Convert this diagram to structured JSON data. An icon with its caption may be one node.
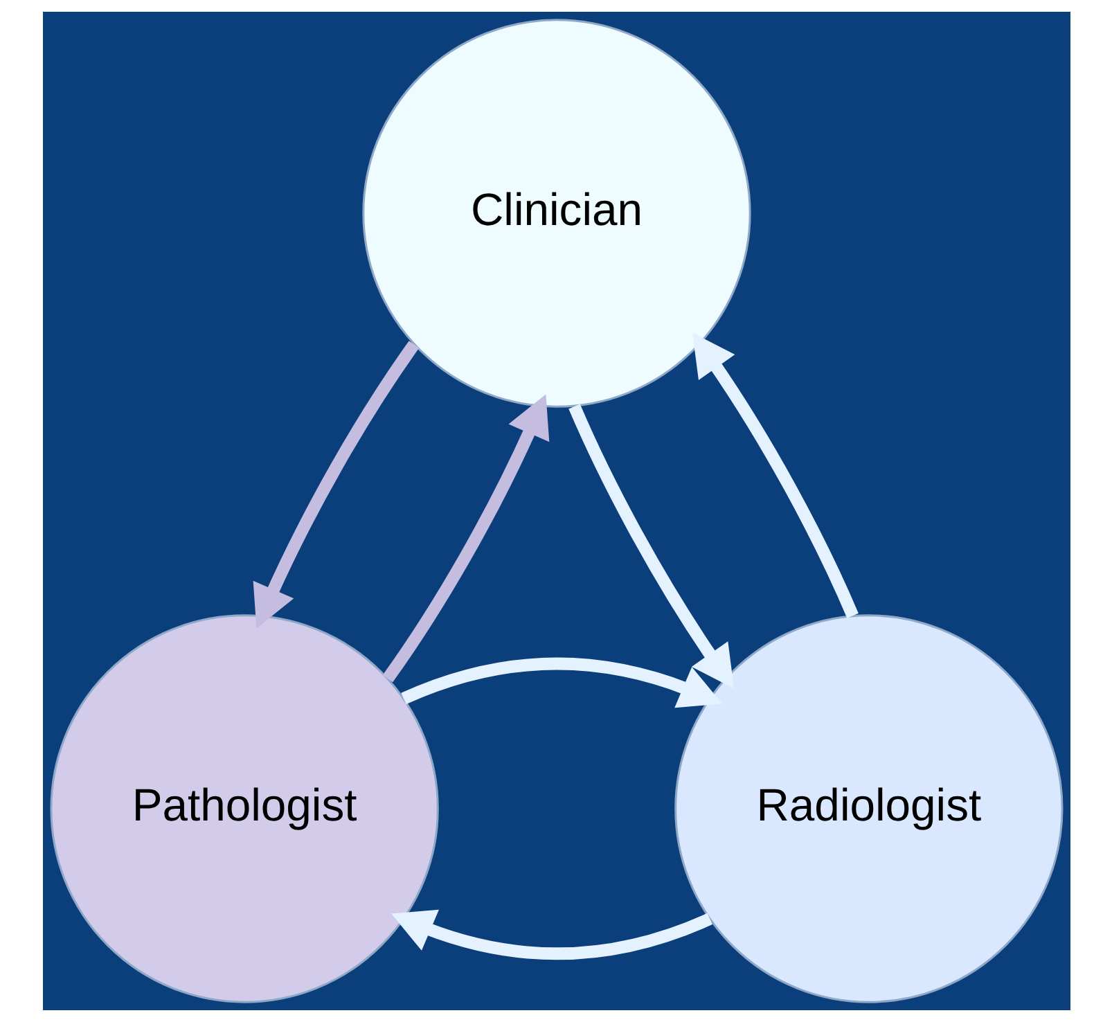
{
  "diagram": {
    "nodes": [
      {
        "text": [
          "Clinician"
        ]
      },
      {
        "text": [
          "Pathologist"
        ]
      },
      {
        "text": [
          "Radiologist"
        ]
      }
    ],
    "edges": [
      {
        "from": 0,
        "to": 1,
        "arrow": "to",
        "color": "#c4bde0"
      },
      {
        "from": 1,
        "to": 0,
        "arrow": "to",
        "color": "#c4bde0"
      },
      {
        "from": 0,
        "to": 2,
        "arrow": "to"
      },
      {
        "from": 2,
        "to": 0,
        "arrow": "to"
      },
      {
        "from": 2,
        "to": 1,
        "arrow": "to"
      },
      {
        "from": 1,
        "to": 2,
        "arrow": "to"
      }
    ]
  }
}
